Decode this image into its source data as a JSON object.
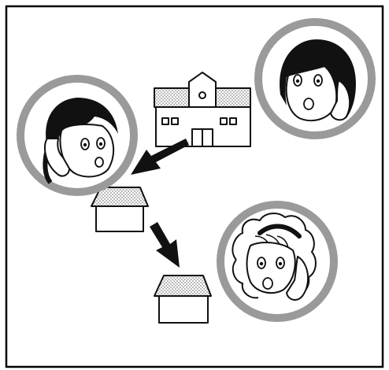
{
  "colors": {
    "frame": "#000000",
    "ring": "#9a9a9a",
    "line": "#111111",
    "roof_dots": "#555555",
    "hair": "#111111"
  },
  "scene": {
    "icons": [
      "school-building",
      "house-near-school",
      "house-far",
      "girl-on-phone",
      "dark-haired-girl-on-phone",
      "curly-haired-girl-on-phone",
      "arrow-down-left",
      "arrow-down-right"
    ]
  }
}
